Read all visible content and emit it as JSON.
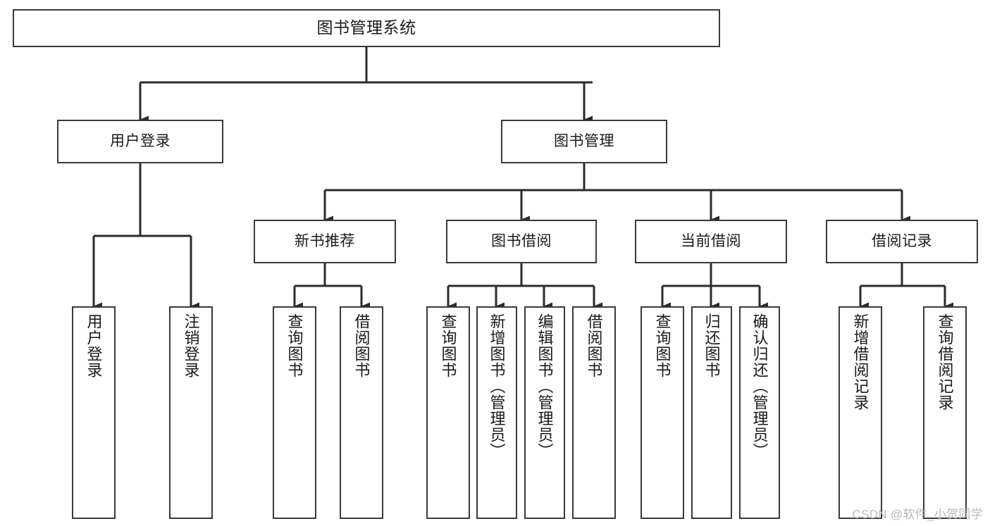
{
  "diagram": {
    "type": "tree-hierarchy-functional-decomposition",
    "root": {
      "id": "root",
      "label": "图书管理系统"
    },
    "level2": [
      {
        "id": "user-login",
        "label": "用户登录"
      },
      {
        "id": "book-manage",
        "label": "图书管理"
      }
    ],
    "level3": [
      {
        "id": "new-book-recommend",
        "label": "新书推荐"
      },
      {
        "id": "book-borrow",
        "label": "图书借阅"
      },
      {
        "id": "current-borrow",
        "label": "当前借阅"
      },
      {
        "id": "borrow-record",
        "label": "借阅记录"
      }
    ],
    "leaves": {
      "user_login": [
        {
          "id": "leaf-user-login",
          "label": "用户登录"
        },
        {
          "id": "leaf-logout",
          "label": "注销登录"
        }
      ],
      "new_book_recommend": [
        {
          "id": "leaf-query-book-1",
          "label": "查询图书"
        },
        {
          "id": "leaf-borrow-book-1",
          "label": "借阅图书"
        }
      ],
      "book_borrow": [
        {
          "id": "leaf-query-book-2",
          "label": "查询图书"
        },
        {
          "id": "leaf-add-book",
          "label": "新增图书（管理员）"
        },
        {
          "id": "leaf-edit-book",
          "label": "编辑图书（管理员）"
        },
        {
          "id": "leaf-borrow-book-2",
          "label": "借阅图书"
        }
      ],
      "current_borrow": [
        {
          "id": "leaf-query-book-3",
          "label": "查询图书"
        },
        {
          "id": "leaf-return-book",
          "label": "归还图书"
        },
        {
          "id": "leaf-confirm-return",
          "label": "确认归还（管理员）"
        }
      ],
      "borrow_record": [
        {
          "id": "leaf-add-record",
          "label": "新增借阅记录"
        },
        {
          "id": "leaf-query-record",
          "label": "查询借阅记录"
        }
      ]
    }
  },
  "watermark": {
    "text": "CSDN @软件_小贺同学"
  },
  "colors": {
    "box_border": "#3a3a3a",
    "box_fill": "#ffffff",
    "edge": "#2b2b2b",
    "text": "#1a1a1a",
    "watermark": "#b9b9b9",
    "background": "#ffffff"
  }
}
